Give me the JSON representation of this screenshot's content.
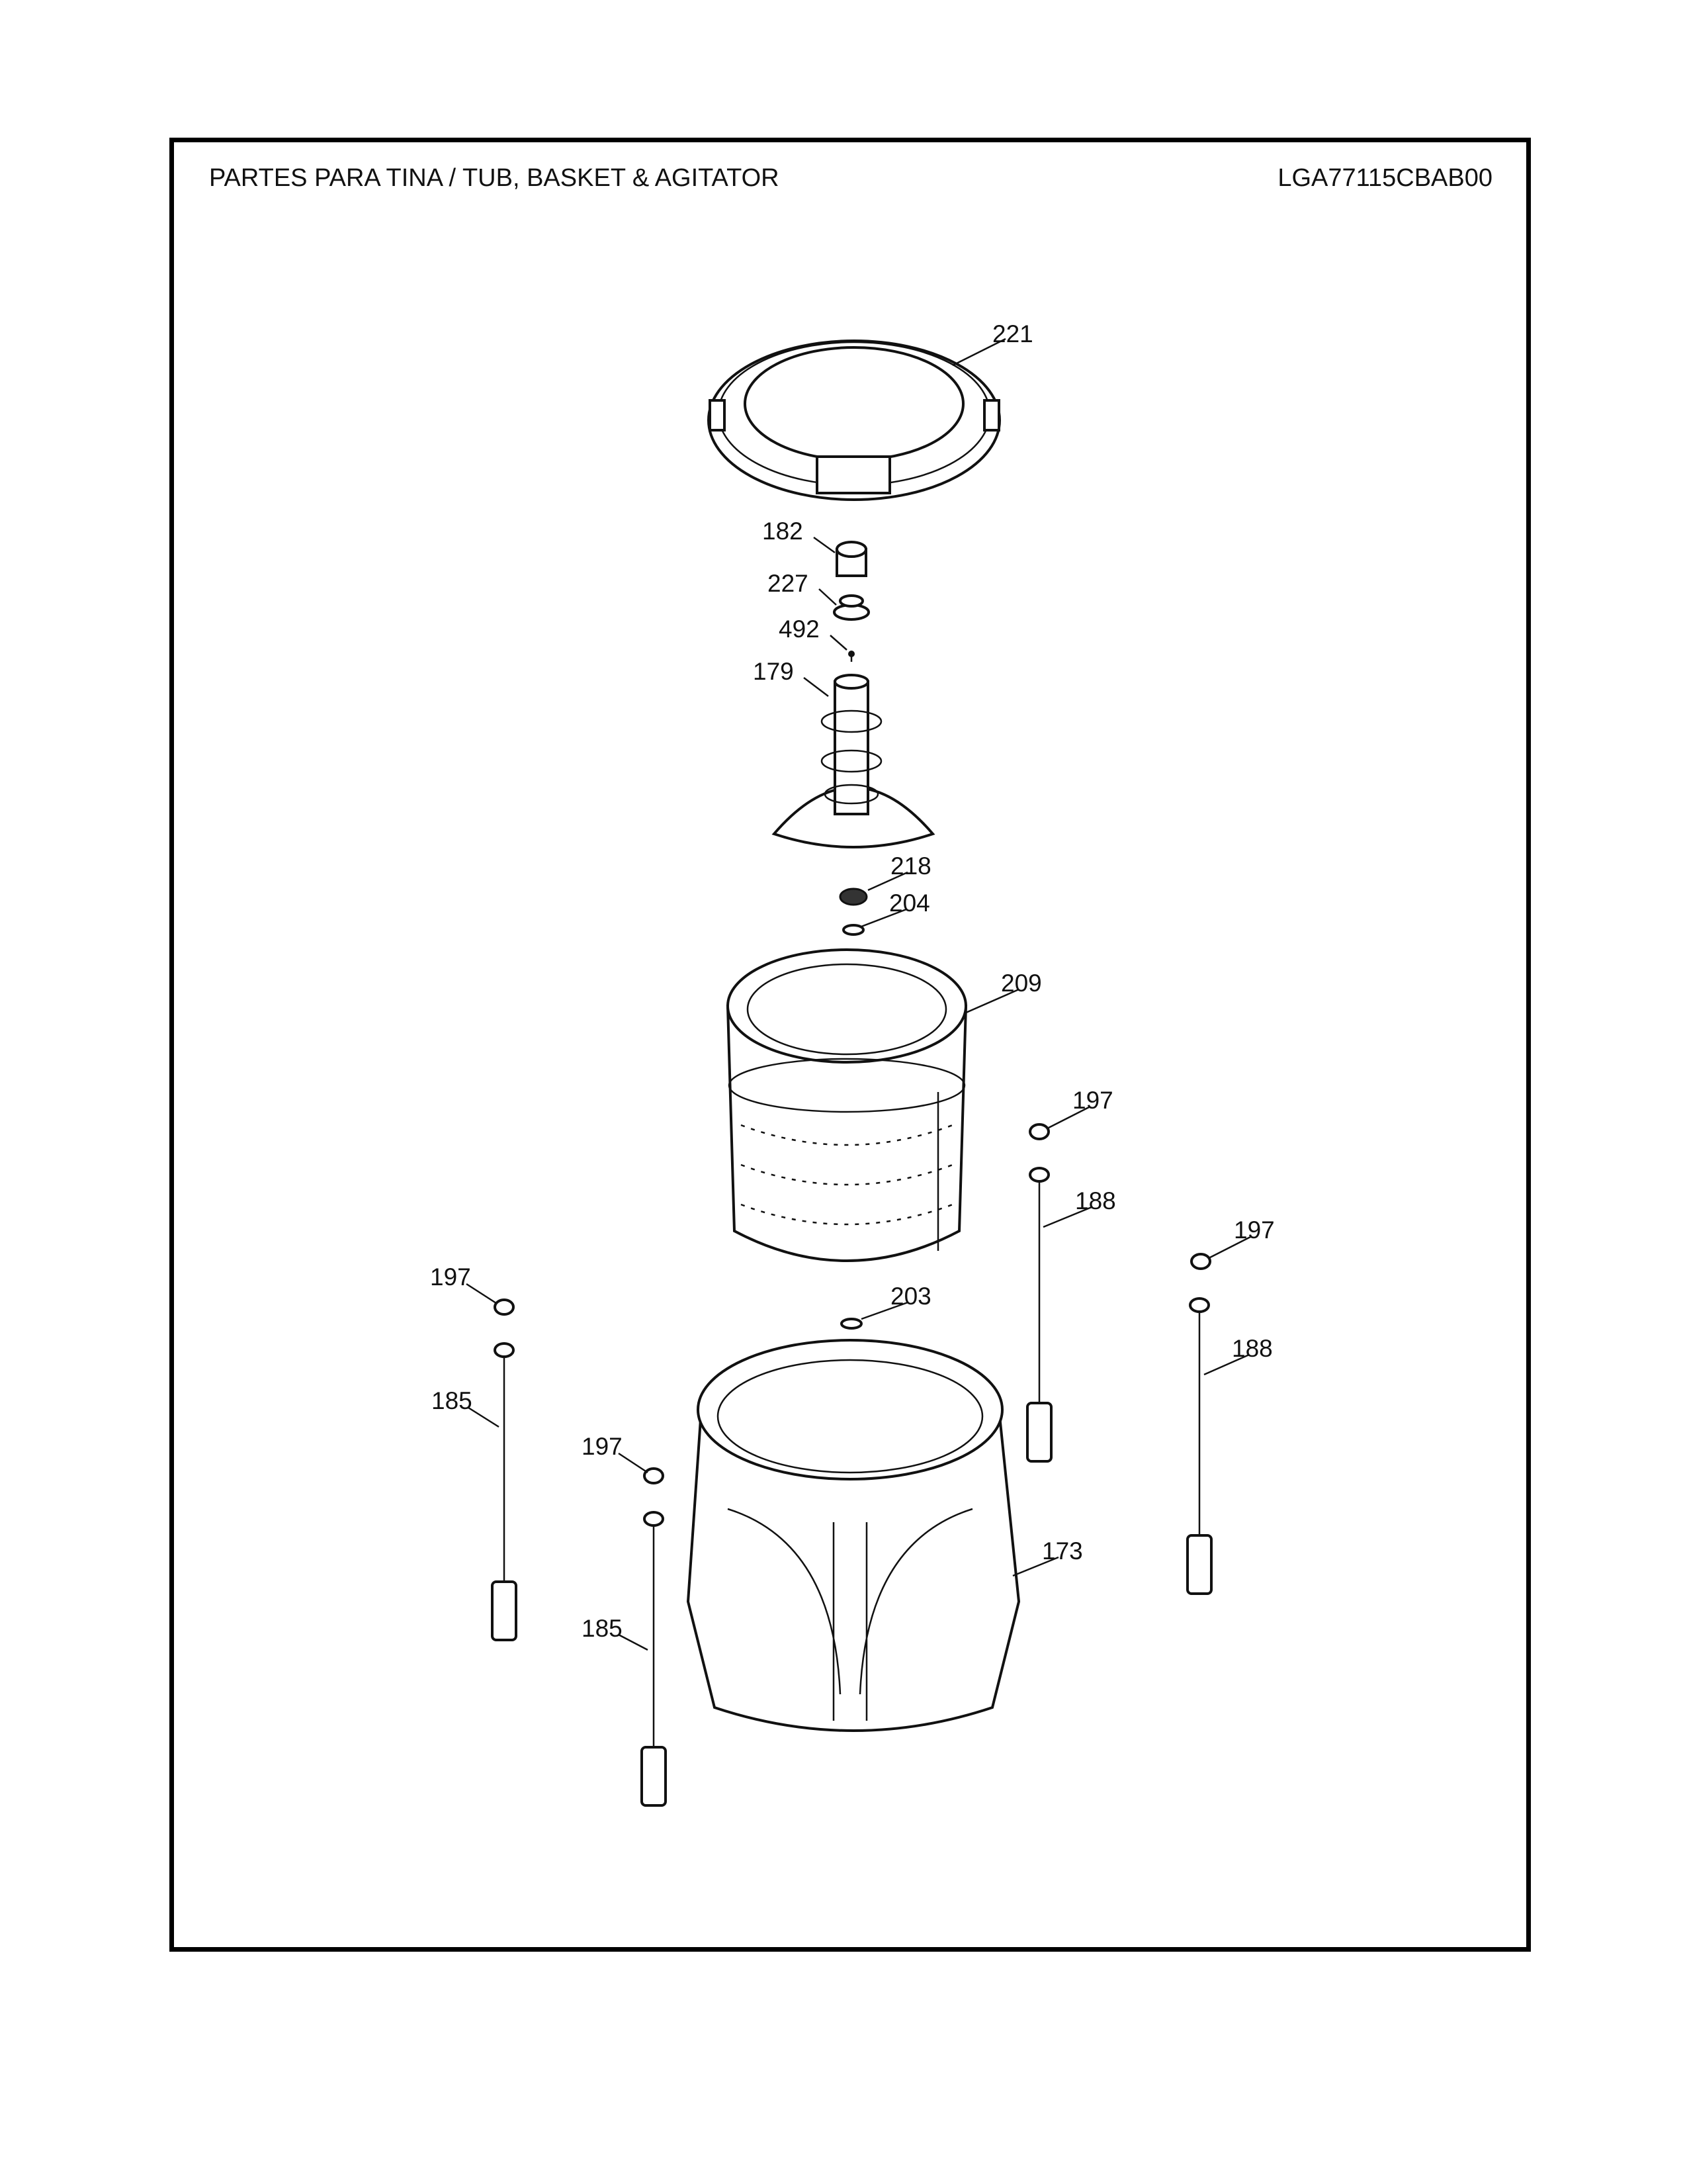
{
  "header": {
    "title": "PARTES PARA TINA  /  TUB, BASKET & AGITATOR",
    "model": "LGA77115CBAB00"
  },
  "callouts": [
    {
      "part": "221"
    },
    {
      "part": "182"
    },
    {
      "part": "227"
    },
    {
      "part": "492"
    },
    {
      "part": "179"
    },
    {
      "part": "218"
    },
    {
      "part": "204"
    },
    {
      "part": "209"
    },
    {
      "part": "197"
    },
    {
      "part": "188"
    },
    {
      "part": "197"
    },
    {
      "part": "188"
    },
    {
      "part": "197"
    },
    {
      "part": "203"
    },
    {
      "part": "185"
    },
    {
      "part": "197"
    },
    {
      "part": "173"
    },
    {
      "part": "185"
    }
  ]
}
